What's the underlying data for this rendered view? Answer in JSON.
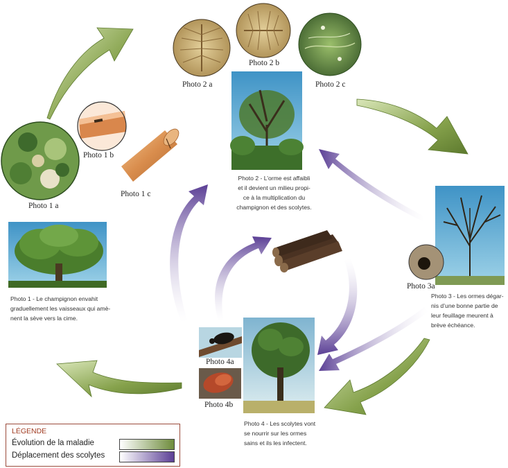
{
  "labels": {
    "photo_1a": "Photo 1 a",
    "photo_1b": "Photo 1 b",
    "photo_1c": "Photo 1 c",
    "photo_2a": "Photo 2 a",
    "photo_2b": "Photo 2 b",
    "photo_2c": "Photo 2 c",
    "photo_3a": "Photo 3a",
    "photo_4a": "Photo 4a",
    "photo_4b": "Photo 4b"
  },
  "captions": {
    "photo_1": [
      "Photo 1 - Le champignon envahit",
      "graduellement les vaisseaux qui amè-",
      "nent la sève vers la cime."
    ],
    "photo_2": [
      "Photo 2 - L’orme est affaibli",
      "et il devient un milieu propi-",
      "ce à la multiplication du",
      "champignon et des scolytes."
    ],
    "photo_3": [
      "Photo 3 - Les ormes dégar-",
      "nis d’une bonne partie de",
      "leur feuillage meurent à",
      "brève échéance."
    ],
    "photo_4": [
      "Photo 4 - Les scolytes vont",
      "se nourrir sur les ormes",
      "sains et ils les infectent."
    ]
  },
  "legend": {
    "title": "LÉGENDE",
    "disease_label": "Évolution de la maladie",
    "beetle_label": "Déplacement des scolytes",
    "disease_color": "#6e8c3c",
    "beetle_color": "#5b3f95"
  }
}
